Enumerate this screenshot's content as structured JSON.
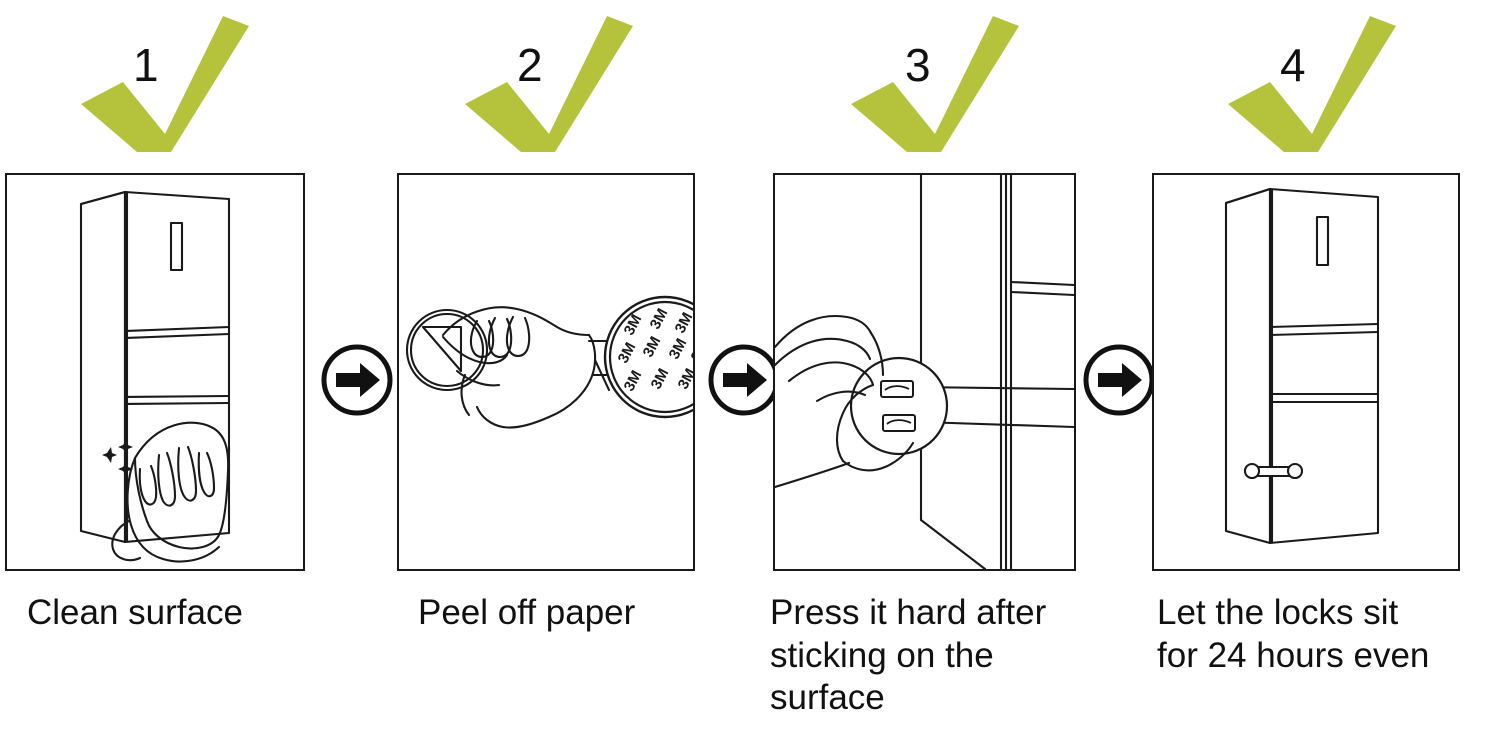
{
  "diagram": {
    "title": "Refrigerator lock installation steps",
    "background_color": "#ffffff",
    "check_color": "#b5c33c",
    "line_color": "#1a1a1a",
    "text_color": "#111111"
  },
  "steps": [
    {
      "number": "1",
      "caption": "Clean surface",
      "illustration": "refrigerator-being-wiped-with-cloth",
      "check_icon": "green-checkmark-icon"
    },
    {
      "number": "2",
      "caption": "Peel off paper",
      "illustration": "hand-peeling-backing-paper-from-3m-adhesive-disc",
      "check_icon": "green-checkmark-icon",
      "adhesive_brand": "3M"
    },
    {
      "number": "3",
      "caption": "Press it hard after\nsticking on the\nsurface",
      "illustration": "hand-pressing-lock-onto-door-seam",
      "check_icon": "green-checkmark-icon"
    },
    {
      "number": "4",
      "caption": "Let the locks sit\nfor 24 hours even",
      "illustration": "refrigerator-with-lock-installed",
      "check_icon": "green-checkmark-icon"
    }
  ],
  "connectors": [
    {
      "icon": "circled-right-arrow-icon"
    },
    {
      "icon": "circled-right-arrow-icon"
    },
    {
      "icon": "circled-right-arrow-icon"
    }
  ],
  "adhesive_label_repeats": [
    "3M",
    "3M",
    "3M",
    "3M",
    "3M",
    "3M",
    "3M",
    "3M",
    "3M",
    "3M"
  ]
}
